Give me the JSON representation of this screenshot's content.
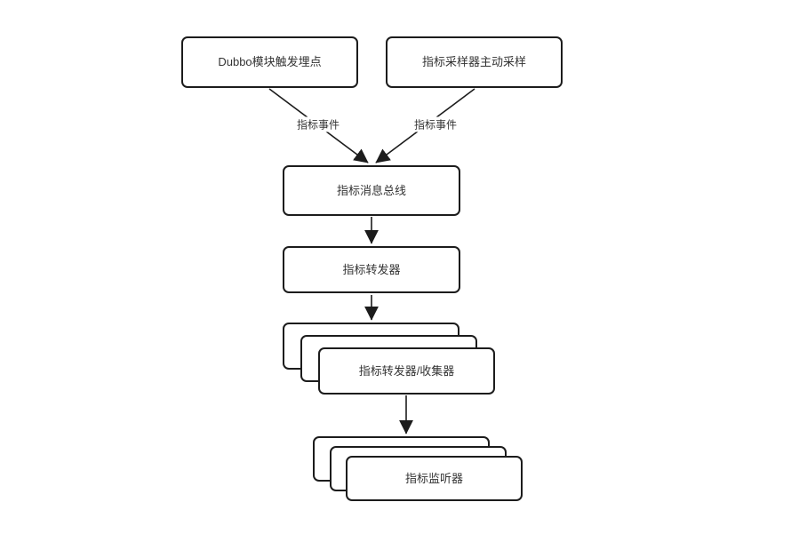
{
  "diagram": {
    "type": "flowchart",
    "colors": {
      "background": "#ffffff",
      "node_fill": "#ffffff",
      "stroke": "#1c1c1c",
      "text": "#333333"
    },
    "nodes": {
      "dubbo_trigger": {
        "label": "Dubbo模块触发埋点"
      },
      "sampler": {
        "label": "指标采样器主动采样"
      },
      "message_bus": {
        "label": "指标消息总线"
      },
      "forwarder": {
        "label": "指标转发器"
      },
      "forwarder_collector": {
        "label": "指标转发器/收集器",
        "stack_count": 3
      },
      "listener": {
        "label": "指标监听器",
        "stack_count": 3
      }
    },
    "edges": {
      "dubbo_to_bus": {
        "label": "指标事件"
      },
      "sampler_to_bus": {
        "label": "指标事件"
      },
      "bus_to_forwarder": {
        "label": ""
      },
      "forwarder_to_collector": {
        "label": ""
      },
      "collector_to_listener": {
        "label": ""
      }
    }
  }
}
